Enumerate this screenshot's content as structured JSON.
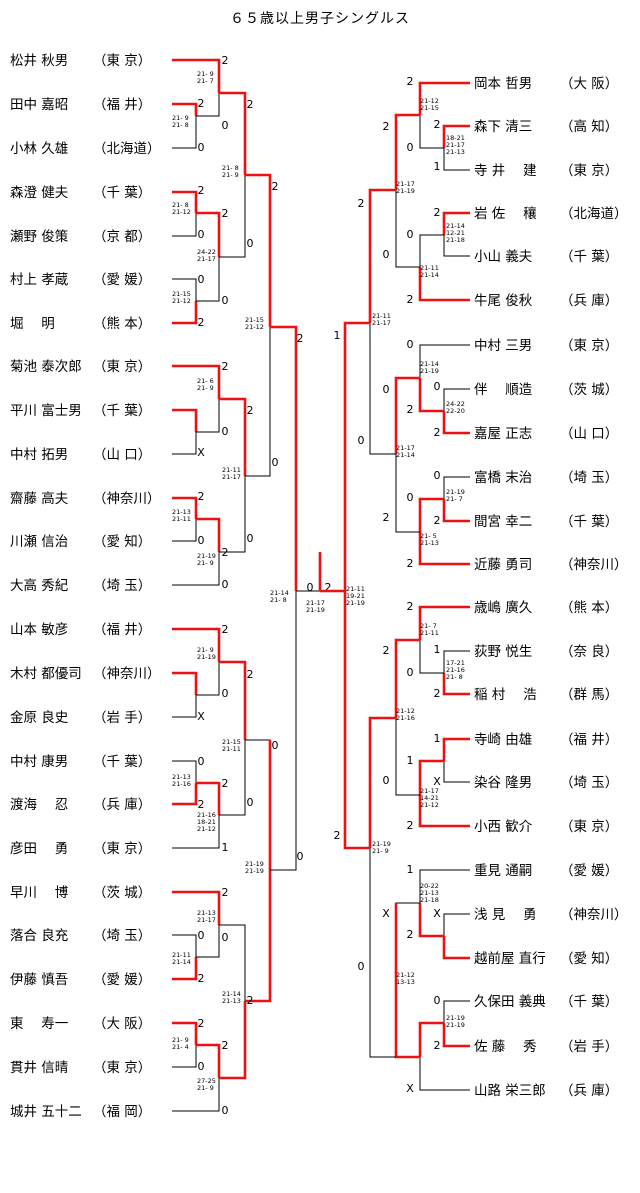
{
  "title": "６５歳以上男子シングルス",
  "left_players": [
    {
      "name": "松井 秋男",
      "pref": "（東 京）"
    },
    {
      "name": "田中 嘉昭",
      "pref": "（福 井）"
    },
    {
      "name": "小林 久雄",
      "pref": "（北海道）"
    },
    {
      "name": "森澄 健夫",
      "pref": "（千 葉）"
    },
    {
      "name": "瀬野 俊策",
      "pref": "（京 都）"
    },
    {
      "name": "村上 孝蔵",
      "pref": "（愛 媛）"
    },
    {
      "name": "堀　 明",
      "pref": "（熊 本）"
    },
    {
      "name": "菊池 泰次郎",
      "pref": "（東 京）"
    },
    {
      "name": "平川 富士男",
      "pref": "（千 葉）"
    },
    {
      "name": "中村 拓男",
      "pref": "（山 口）"
    },
    {
      "name": "齋藤 高夫",
      "pref": "（神奈川）"
    },
    {
      "name": "川瀬 信治",
      "pref": "（愛 知）"
    },
    {
      "name": "大高 秀紀",
      "pref": "（埼 玉）"
    },
    {
      "name": "山本 敏彦",
      "pref": "（福 井）"
    },
    {
      "name": "木村 都優司",
      "pref": "（神奈川）"
    },
    {
      "name": "金原 良史",
      "pref": "（岩 手）"
    },
    {
      "name": "中村 康男",
      "pref": "（千 葉）"
    },
    {
      "name": "渡海　 忍",
      "pref": "（兵 庫）"
    },
    {
      "name": "彦田　 勇",
      "pref": "（東 京）"
    },
    {
      "name": "早川　 博",
      "pref": "（茨 城）"
    },
    {
      "name": "落合 良充",
      "pref": "（埼 玉）"
    },
    {
      "name": "伊藤 慎吾",
      "pref": "（愛 媛）"
    },
    {
      "name": "東　 寿一",
      "pref": "（大 阪）"
    },
    {
      "name": "貫井 信晴",
      "pref": "（東 京）"
    },
    {
      "name": "城井 五十二",
      "pref": "（福 岡）"
    }
  ],
  "right_players": [
    {
      "name": "岡本 哲男",
      "pref": "（大 阪）"
    },
    {
      "name": "森下 清三",
      "pref": "（高 知）"
    },
    {
      "name": "寺 井　 建",
      "pref": "（東 京）"
    },
    {
      "name": "岩 佐　 穰",
      "pref": "（北海道）"
    },
    {
      "name": "小山 義夫",
      "pref": "（千 葉）"
    },
    {
      "name": "牛尾 俊秋",
      "pref": "（兵 庫）"
    },
    {
      "name": "中村 三男",
      "pref": "（東 京）"
    },
    {
      "name": "伴　 順造",
      "pref": "（茨 城）"
    },
    {
      "name": "嘉屋 正志",
      "pref": "（山 口）"
    },
    {
      "name": "富橋 末治",
      "pref": "（埼 玉）"
    },
    {
      "name": "間宮 幸二",
      "pref": "（千 葉）"
    },
    {
      "name": "近藤 勇司",
      "pref": "（神奈川）"
    },
    {
      "name": "歳嶋 廣久",
      "pref": "（熊 本）"
    },
    {
      "name": "荻野 悦生",
      "pref": "（奈 良）"
    },
    {
      "name": "稲 村　 浩",
      "pref": "（群 馬）"
    },
    {
      "name": "寺崎 由雄",
      "pref": "（福 井）"
    },
    {
      "name": "染谷 隆男",
      "pref": "（埼 玉）"
    },
    {
      "name": "小西 歓介",
      "pref": "（東 京）"
    },
    {
      "name": "重見 通嗣",
      "pref": "（愛 媛）"
    },
    {
      "name": "浅 見　 勇",
      "pref": "（神奈川）"
    },
    {
      "name": "越前屋 直行",
      "pref": "（愛 知）"
    },
    {
      "name": "久保田 義典",
      "pref": "（千 葉）"
    },
    {
      "name": "佐 藤　 秀",
      "pref": "（岩 手）"
    },
    {
      "name": "山路 栄三郎",
      "pref": "（兵 庫）"
    }
  ],
  "colors": {
    "winner_line": "#ee1111",
    "line": "#000000"
  }
}
